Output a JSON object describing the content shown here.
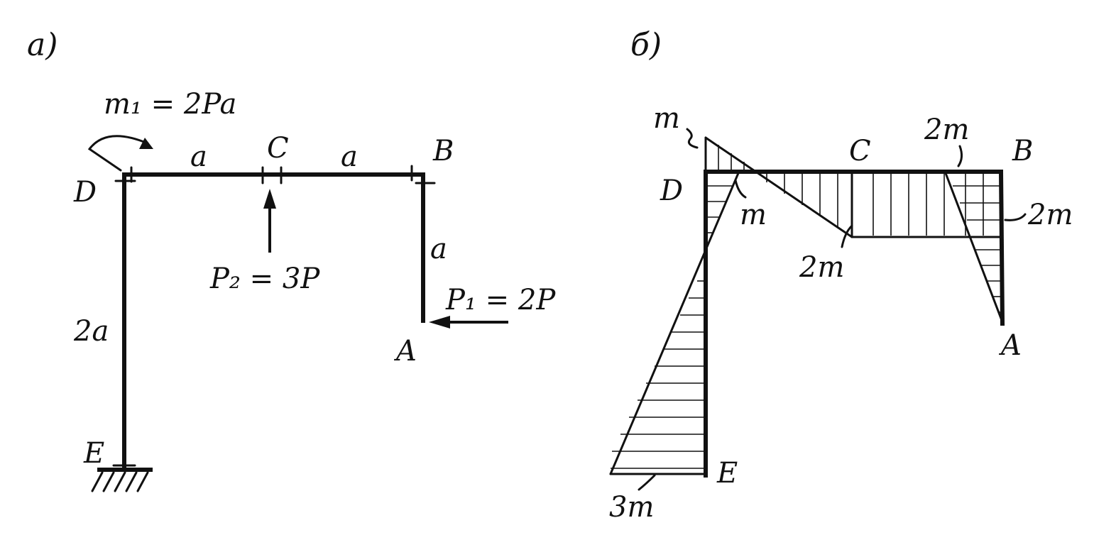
{
  "panel_a": {
    "label": "a)",
    "moment_label": "m₁ = 2Pa",
    "load_p2": "P₂ = 3P",
    "load_p1": "P₁ = 2P",
    "dim_dc": "a",
    "dim_cb": "a",
    "dim_ba": "a",
    "dim_de": "2a",
    "point_d": "D",
    "point_c": "C",
    "point_b": "B",
    "point_a": "A",
    "point_e": "E"
  },
  "panel_b": {
    "label": "б)",
    "val_d_top": "m",
    "val_d_inner": "m",
    "val_c": "2m",
    "val_b_top": "2m",
    "val_b_right": "2m",
    "val_e": "3m",
    "point_d": "D",
    "point_c": "C",
    "point_b": "B",
    "point_a": "A",
    "point_e": "E"
  }
}
